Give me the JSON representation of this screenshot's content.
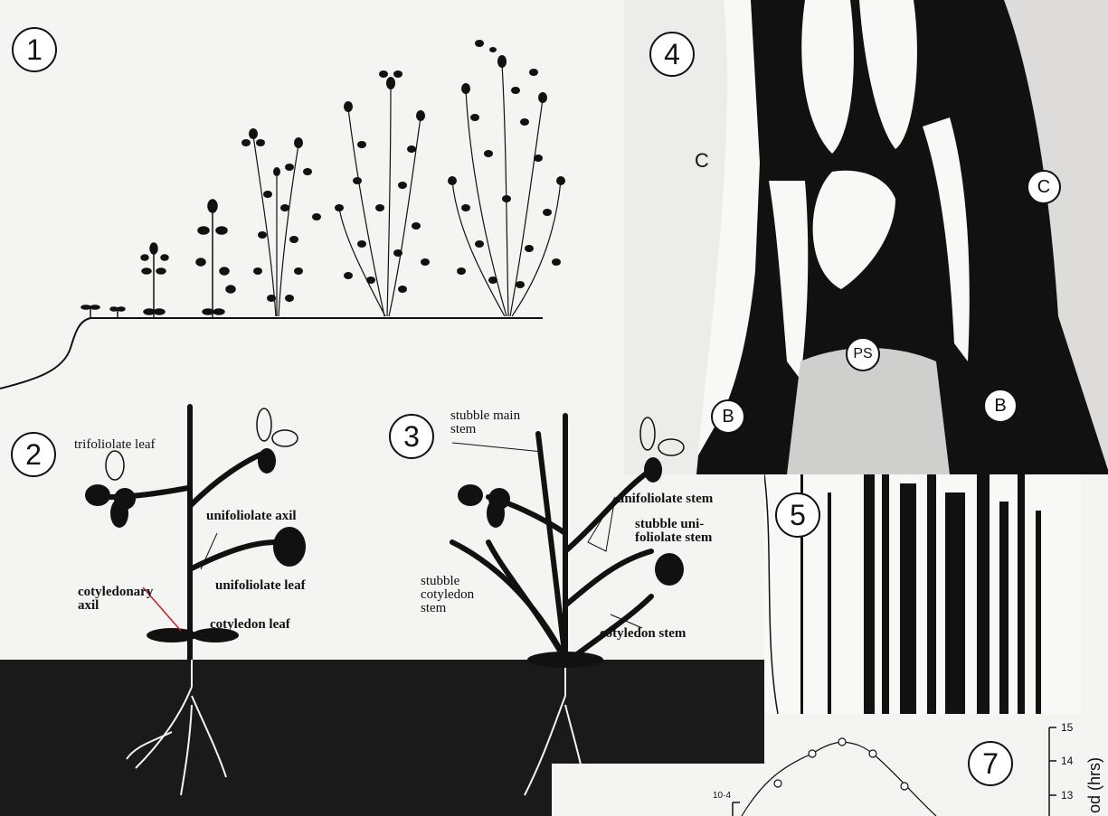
{
  "panels": {
    "p1": {
      "number": "1"
    },
    "p2": {
      "number": "2",
      "labels": {
        "trifoliolate": "trifoliolate leaf",
        "unifoliolate_axil": "unifoliolate axil",
        "unifoliolate_leaf": "unifoliolate leaf",
        "cotyledonary_axil": "cotyledonary axil",
        "cotyledon_leaf": "cotyledon leaf"
      }
    },
    "p3": {
      "number": "3",
      "labels": {
        "stubble_main_stem": "stubble main stem",
        "unifoliolate_stem": "unifoliolate stem",
        "stubble_unifoliolate_stem": "stubble uni- foliolate stem",
        "stubble_cotyledon_stem": "stubble cotyledon stem",
        "cotyledon_stem": "cotyledon stem"
      }
    },
    "p4": {
      "number": "4",
      "labels": {
        "c_left": "C",
        "c_right": "C",
        "ps": "PS",
        "b_left": "B",
        "b_right": "B"
      }
    },
    "p5": {
      "number": "5"
    },
    "p7": {
      "number": "7",
      "axis_label": "od (hrs)",
      "ticks": [
        "15",
        "14",
        "13"
      ],
      "left_tick": "10·4"
    }
  }
}
